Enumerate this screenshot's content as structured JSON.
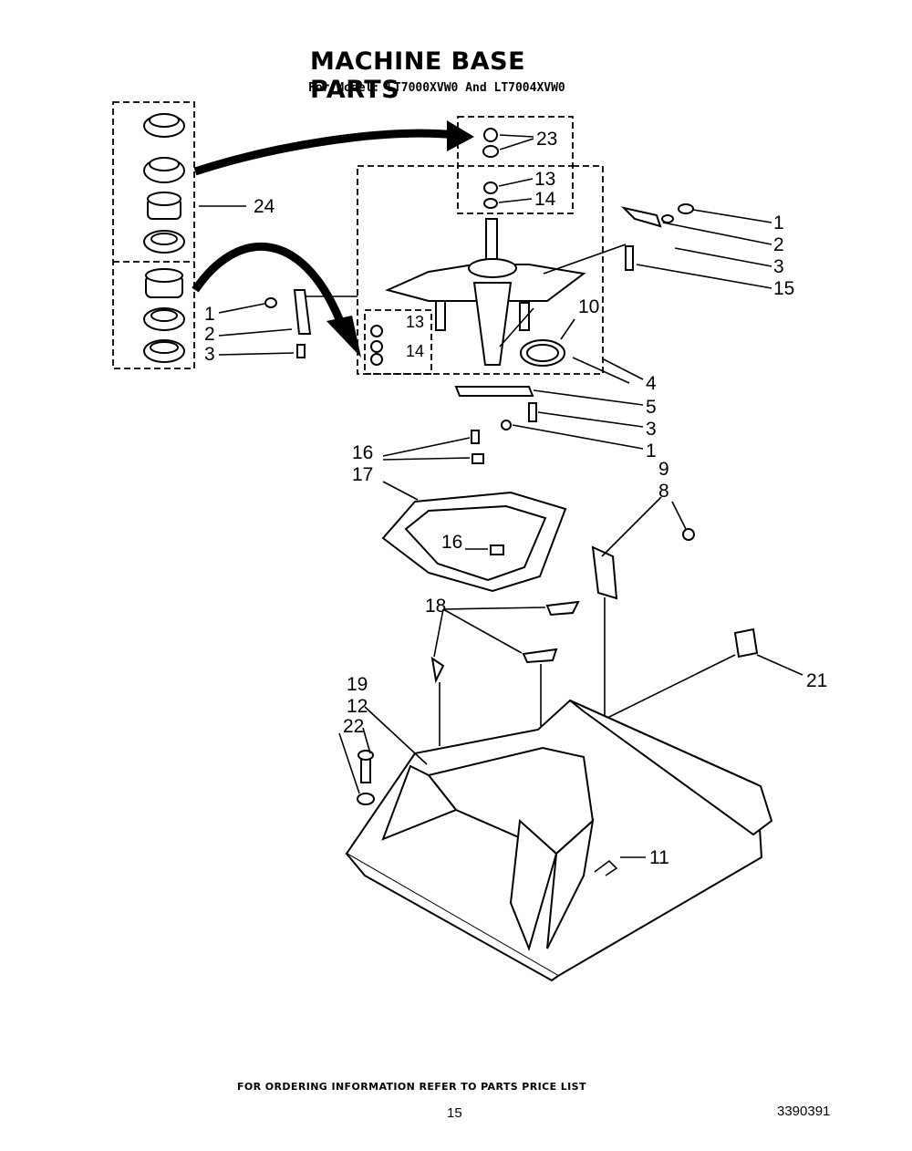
{
  "header": {
    "title": "MACHINE BASE PARTS",
    "subtitle": "For Model: LT7000XVW0 And LT7004XVW0"
  },
  "callouts": [
    {
      "id": "c23",
      "text": "23"
    },
    {
      "id": "c13a",
      "text": "13"
    },
    {
      "id": "c14a",
      "text": "14"
    },
    {
      "id": "c24",
      "text": "24"
    },
    {
      "id": "c1a",
      "text": "1"
    },
    {
      "id": "c2a",
      "text": "2"
    },
    {
      "id": "c3a",
      "text": "3"
    },
    {
      "id": "c15",
      "text": "15"
    },
    {
      "id": "c1b",
      "text": "1"
    },
    {
      "id": "c2b",
      "text": "2"
    },
    {
      "id": "c3b",
      "text": "3"
    },
    {
      "id": "c13b",
      "text": "13"
    },
    {
      "id": "c14b",
      "text": "14"
    },
    {
      "id": "c10",
      "text": "10"
    },
    {
      "id": "c4",
      "text": "4"
    },
    {
      "id": "c5",
      "text": "5"
    },
    {
      "id": "c3c",
      "text": "3"
    },
    {
      "id": "c1c",
      "text": "1"
    },
    {
      "id": "c16a",
      "text": "16"
    },
    {
      "id": "c17",
      "text": "17"
    },
    {
      "id": "c9",
      "text": "9"
    },
    {
      "id": "c8",
      "text": "8"
    },
    {
      "id": "c16b",
      "text": "16"
    },
    {
      "id": "c18",
      "text": "18"
    },
    {
      "id": "c21",
      "text": "21"
    },
    {
      "id": "c19",
      "text": "19"
    },
    {
      "id": "c12",
      "text": "12"
    },
    {
      "id": "c22",
      "text": "22"
    },
    {
      "id": "c11",
      "text": "11"
    }
  ],
  "footer": {
    "note": "FOR ORDERING INFORMATION REFER TO PARTS PRICE LIST",
    "page_number": "15",
    "document_number": "3390391"
  }
}
